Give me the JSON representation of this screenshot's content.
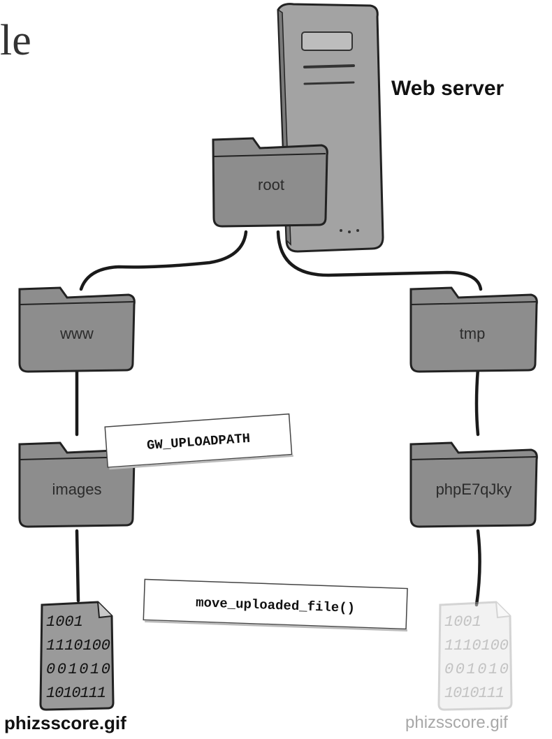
{
  "header": {
    "partial_heading": "le"
  },
  "server": {
    "label": "Web server"
  },
  "folders": {
    "root": "root",
    "www": "www",
    "tmp": "tmp",
    "images": "images",
    "temp_file_dir": "phpE7qJky"
  },
  "annotations": {
    "upload_path": "GW_UPLOADPATH",
    "move_function": "move_uploaded_file()"
  },
  "files": {
    "destination": {
      "name": "phizsscore.gif",
      "bits": [
        "1001",
        "1110100",
        "001010",
        "1010111"
      ]
    },
    "temporary": {
      "name": "phizsscore.gif",
      "bits": [
        "1001",
        "1110100",
        "001010",
        "1010111"
      ]
    }
  },
  "colors": {
    "folder_fill": "#8f8f8f",
    "folder_tab": "#9c9c9c",
    "server_fill": "#9a9a9a",
    "line": "#1a1a1a",
    "faded": "#c8c8c8"
  }
}
